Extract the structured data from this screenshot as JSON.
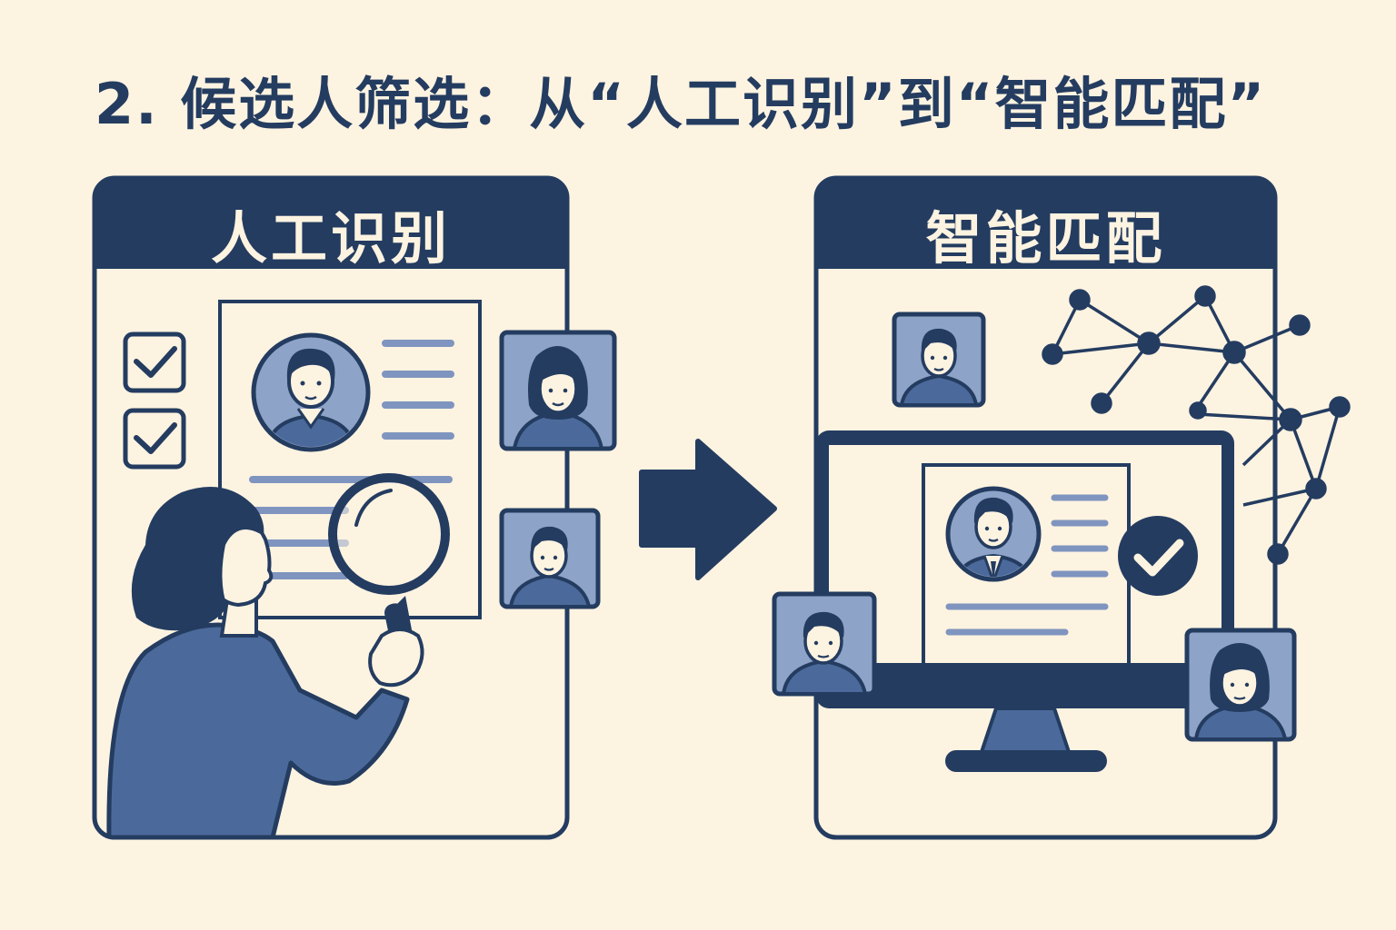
{
  "title": "2. 候选人筛选：从“人工识别”到“智能匹配”",
  "left_panel": {
    "heading": "人工识别"
  },
  "right_panel": {
    "heading": "智能匹配"
  },
  "colors": {
    "background": "#fdf3e1",
    "navy": "#243c60",
    "mid_blue": "#4b6a9b",
    "light_blue": "#8ea3c8",
    "line_blue": "#7f95bf"
  },
  "icons": [
    "checkbox-checked-icon",
    "magnifying-glass-icon",
    "arrow-right-icon",
    "checkmark-circle-icon",
    "network-graph-icon",
    "monitor-icon",
    "avatar-icon"
  ]
}
